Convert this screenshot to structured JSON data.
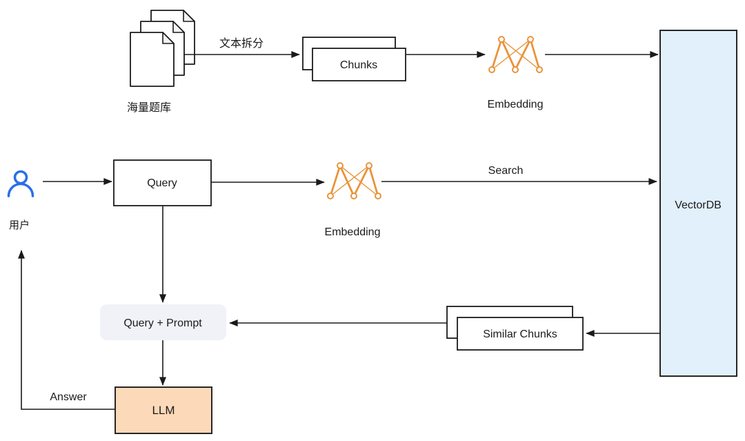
{
  "colors": {
    "line": "#1A1A1A",
    "box_border": "#262626",
    "vectordb_fill": "#E1F0FB",
    "llm_fill": "#FCD9B8",
    "prompt_fill": "#F0F2F8",
    "embedding_orange": "#EA9339",
    "user_blue": "#2970E8",
    "page_fold_gray": "#F2F2F2"
  },
  "nodes": {
    "corpus_label": "海量题库",
    "split_arrow_label": "文本拆分",
    "chunks_label": "Chunks",
    "embedding_index_label": "Embedding",
    "vectordb_label": "VectorDB",
    "user_label": "用户",
    "query_label": "Query",
    "embedding_query_label": "Embedding",
    "search_arrow_label": "Search",
    "query_prompt_label": "Query + Prompt",
    "similar_chunks_label": "Similar Chunks",
    "llm_label": "LLM",
    "answer_arrow_label": "Answer"
  }
}
